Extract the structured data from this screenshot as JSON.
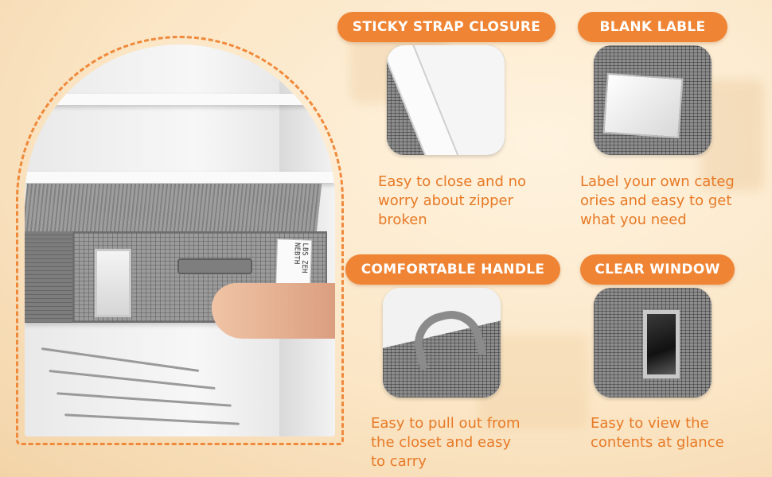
{
  "features": [
    {
      "title": "STICKY STRAP CLOSURE",
      "description": "Easy to close and no\nworry about zipper\nbroken",
      "image_icon": "velcro-strap"
    },
    {
      "title": "BLANK LABLE",
      "description": "Label your own categ\nories and easy to get\nwhat you need",
      "image_icon": "label-pocket"
    },
    {
      "title": "COMFORTABLE HANDLE",
      "description": "Easy to pull out from\nthe closet and easy\nto carry",
      "image_icon": "fabric-handle"
    },
    {
      "title": "CLEAR WINDOW",
      "description": "Easy to view the\ncontents at glance",
      "image_icon": "clear-window"
    }
  ],
  "hero": {
    "label_text": "LBS ZEH NEBTH",
    "image_icon": "storage-box-on-shelf"
  },
  "colors": {
    "accent": "#ef8434",
    "text_accent": "#e77a27",
    "background": "#fbe6c6"
  }
}
